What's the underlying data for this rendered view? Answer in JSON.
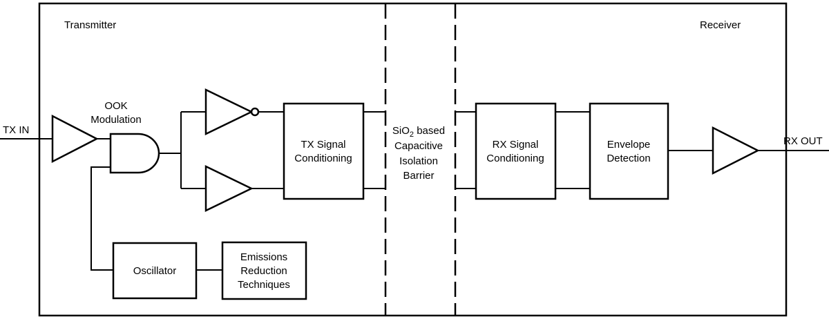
{
  "sections": {
    "transmitter": "Transmitter",
    "receiver": "Receiver"
  },
  "io": {
    "tx_in": "TX IN",
    "rx_out": "RX OUT"
  },
  "modulation": {
    "line1": "OOK",
    "line2": "Modulation"
  },
  "tx_block": {
    "line1": "TX Signal",
    "line2": "Conditioning"
  },
  "barrier": {
    "line1_prefix": "SiO",
    "line1_sub": "2",
    "line1_suffix": " based",
    "line2": "Capacitive",
    "line3": "Isolation",
    "line4": "Barrier"
  },
  "rx_block": {
    "line1": "RX Signal",
    "line2": "Conditioning"
  },
  "envelope_block": {
    "line1": "Envelope",
    "line2": "Detection"
  },
  "oscillator_block": {
    "label": "Oscillator"
  },
  "emissions_block": {
    "line1": "Emissions",
    "line2": "Reduction",
    "line3": "Techniques"
  }
}
